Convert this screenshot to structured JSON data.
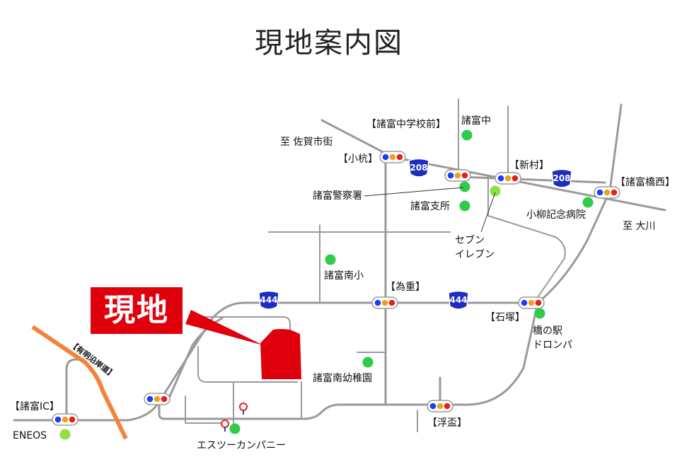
{
  "title": "現地案内図",
  "site_label": "現地",
  "labels": {
    "morotomi_chugakko_mae": "【諸富中学校前】",
    "morotomi_chu": "諸富中",
    "to_saga": "至 佐賀市街",
    "kokui": "【小杭】",
    "shinmura": "【新村】",
    "morotomi_hashi_nishi": "【諸富橋西】",
    "keisatsusho": "諸富警察署",
    "shisho": "諸富支所",
    "koyanagi_hospital": "小柳記念病院",
    "to_okawa": "至 大川",
    "seven_eleven": "セブン\nイレブン",
    "minami_sho": "諸富南小",
    "tameshige": "【為重】",
    "ishizuka": "【石塚】",
    "hashi_no_eki": "橋の駅\nドロンパ",
    "yochien": "諸富南幼稚園",
    "morotomi_ic": "【諸富IC】",
    "eneos": "ENEOS",
    "esu_tsu": "エスツーカンパニー",
    "fuhai": "【浮盃】",
    "expressway": "【有明沿岸道】"
  },
  "routes": {
    "r208": "208",
    "r444": "444"
  },
  "colors": {
    "site": "#e0000b",
    "expressway": "#f5823c",
    "route_shield": "#1c2dbf",
    "landmark": "#2ecc4a",
    "convenience": "#8ee040",
    "signal_blue": "#1a3cff",
    "signal_yellow": "#f0a020",
    "signal_red": "#e8201c",
    "road": "#9a9a9a"
  }
}
